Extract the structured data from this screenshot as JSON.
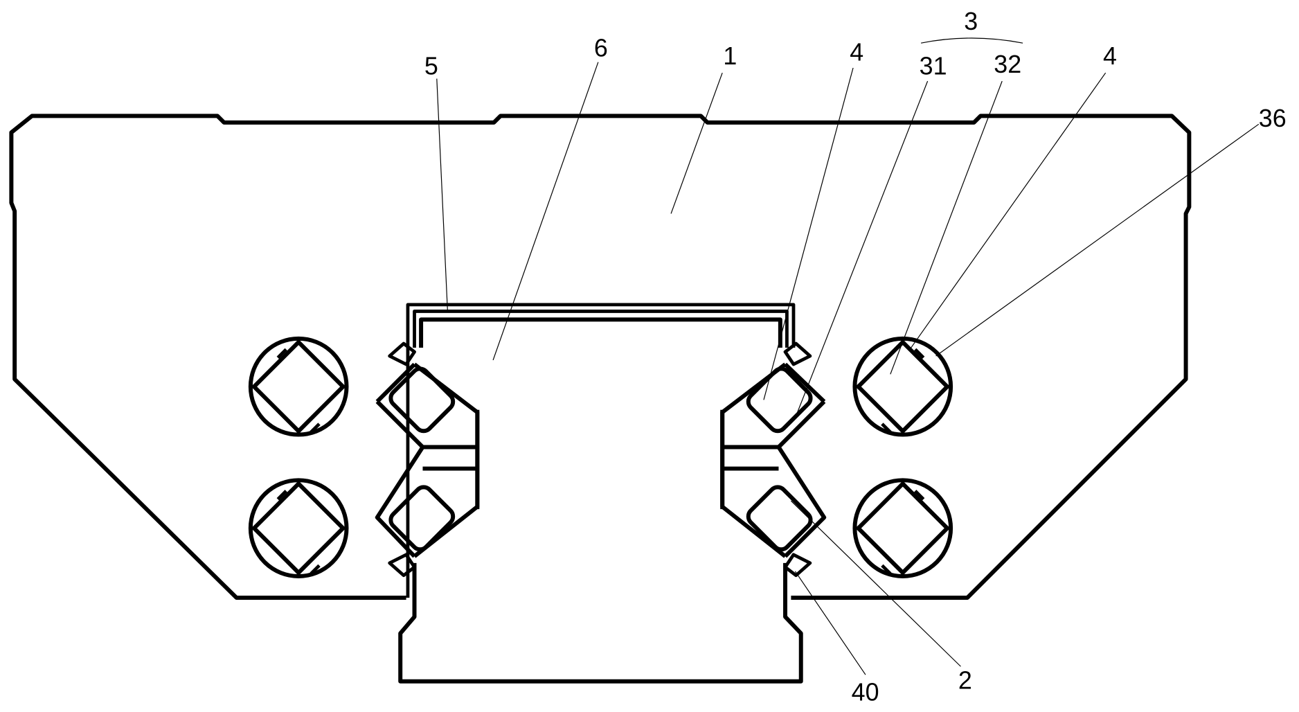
{
  "figure": {
    "labels": {
      "l5": "5",
      "l6": "6",
      "l1": "1",
      "l4a": "4",
      "l3": "3",
      "l31": "31",
      "l32": "32",
      "l4b": "4",
      "l36": "36",
      "l40": "40",
      "l2": "2"
    },
    "line_color": "#000000",
    "background": "#ffffff"
  }
}
